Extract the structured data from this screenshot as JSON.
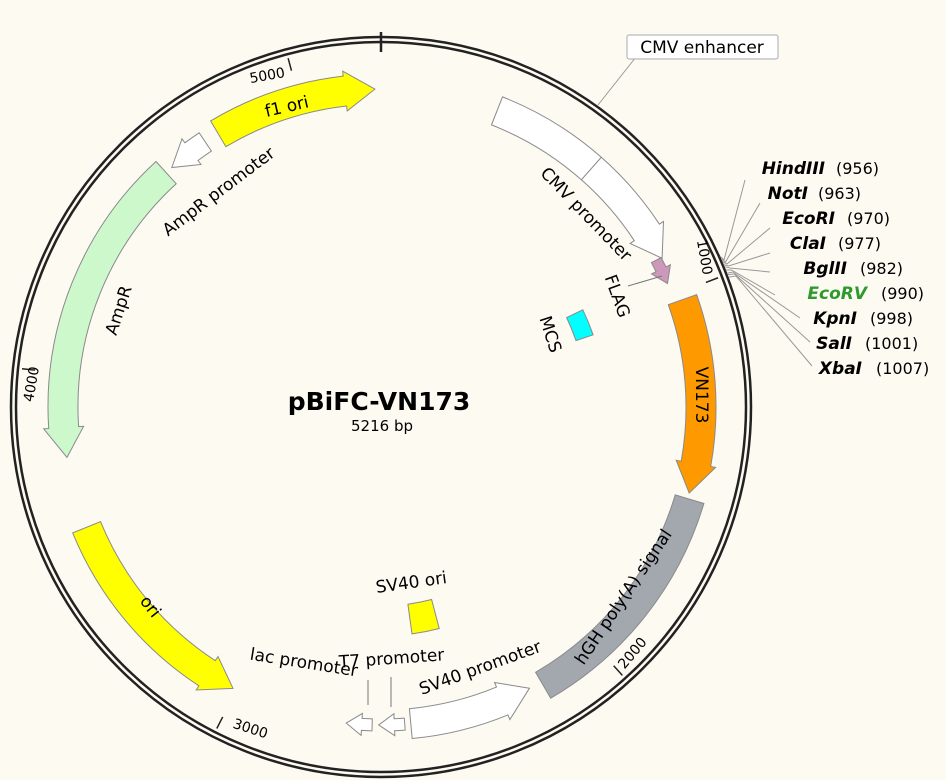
{
  "plasmid": {
    "name": "pBiFC-VN173",
    "size_label": "5216 bp",
    "length": 5216
  },
  "colors": {
    "background": "#fdfaf2",
    "backbone": "#222222",
    "highlight_enzyme": "#2e9a2e"
  },
  "features": [
    {
      "id": "f1ori",
      "name": "f1 ori",
      "start": 4770,
      "end": 5200,
      "direction": 1,
      "color": "#ffff00"
    },
    {
      "id": "amppromoter",
      "name": "AmpR promoter",
      "start": 4620,
      "end": 4730,
      "direction": -1,
      "color": "#ffffff"
    },
    {
      "id": "ampr",
      "name": "AmpR",
      "start": 3780,
      "end": 4600,
      "direction": -1,
      "color": "#ccf8cc"
    },
    {
      "id": "ori",
      "name": "ori",
      "start": 3010,
      "end": 3590,
      "direction": -1,
      "color": "#ffff00"
    },
    {
      "id": "cmv",
      "name": "CMV enhancer",
      "start": 310,
      "end": 600,
      "direction": 0,
      "color": "#ffffff"
    },
    {
      "id": "cmvpromoter",
      "name": "CMV promoter",
      "start": 600,
      "end": 900,
      "direction": 1,
      "color": "#ffffff"
    },
    {
      "id": "flag",
      "name": "FLAG",
      "start": 918,
      "end": 945,
      "direction": 1,
      "color": "#cc99bb"
    },
    {
      "id": "mcs",
      "name": "MCS",
      "start": 956,
      "end": 1007,
      "direction": 0,
      "color": "#00ffff"
    },
    {
      "id": "vn173",
      "name": "VN173",
      "start": 1020,
      "end": 1530,
      "direction": 1,
      "color": "#ff9900"
    },
    {
      "id": "hgh",
      "name": "hGH poly(A) signal",
      "start": 1545,
      "end": 2170,
      "direction": 0,
      "color": "#a3a7ae"
    },
    {
      "id": "sv40p",
      "name": "SV40 promoter",
      "start": 2205,
      "end": 2530,
      "direction": -1,
      "color": "#ffffff"
    },
    {
      "id": "sv40ori",
      "name": "SV40 ori",
      "start": 2410,
      "end": 2480,
      "direction": 0,
      "color": "#ffff00"
    },
    {
      "id": "t7",
      "name": "T7 promoter",
      "start": 2570,
      "end": 2590,
      "direction": 1,
      "color": "#ffffff"
    },
    {
      "id": "lac",
      "name": "lac promoter",
      "start": 2650,
      "end": 2680,
      "direction": 1,
      "color": "#ffffff"
    }
  ],
  "ticks": [
    {
      "bp": 1000,
      "label": "1000"
    },
    {
      "bp": 2000,
      "label": "2000"
    },
    {
      "bp": 3000,
      "label": "3000"
    },
    {
      "bp": 4000,
      "label": "4000"
    },
    {
      "bp": 5000,
      "label": "5000"
    }
  ],
  "enzymes": [
    {
      "name": "HindIII",
      "pos": 956,
      "pos_label": "(956)",
      "highlight": false
    },
    {
      "name": "NotI",
      "pos": 963,
      "pos_label": "(963)",
      "highlight": false
    },
    {
      "name": "EcoRI",
      "pos": 970,
      "pos_label": "(970)",
      "highlight": false
    },
    {
      "name": "ClaI",
      "pos": 977,
      "pos_label": "(977)",
      "highlight": false
    },
    {
      "name": "BglII",
      "pos": 982,
      "pos_label": "(982)",
      "highlight": false
    },
    {
      "name": "EcoRV",
      "pos": 990,
      "pos_label": "(990)",
      "highlight": true
    },
    {
      "name": "KpnI",
      "pos": 998,
      "pos_label": "(998)",
      "highlight": false
    },
    {
      "name": "SalI",
      "pos": 1001,
      "pos_label": "(1001)",
      "highlight": false
    },
    {
      "name": "XbaI",
      "pos": 1007,
      "pos_label": "(1007)",
      "highlight": false
    }
  ]
}
